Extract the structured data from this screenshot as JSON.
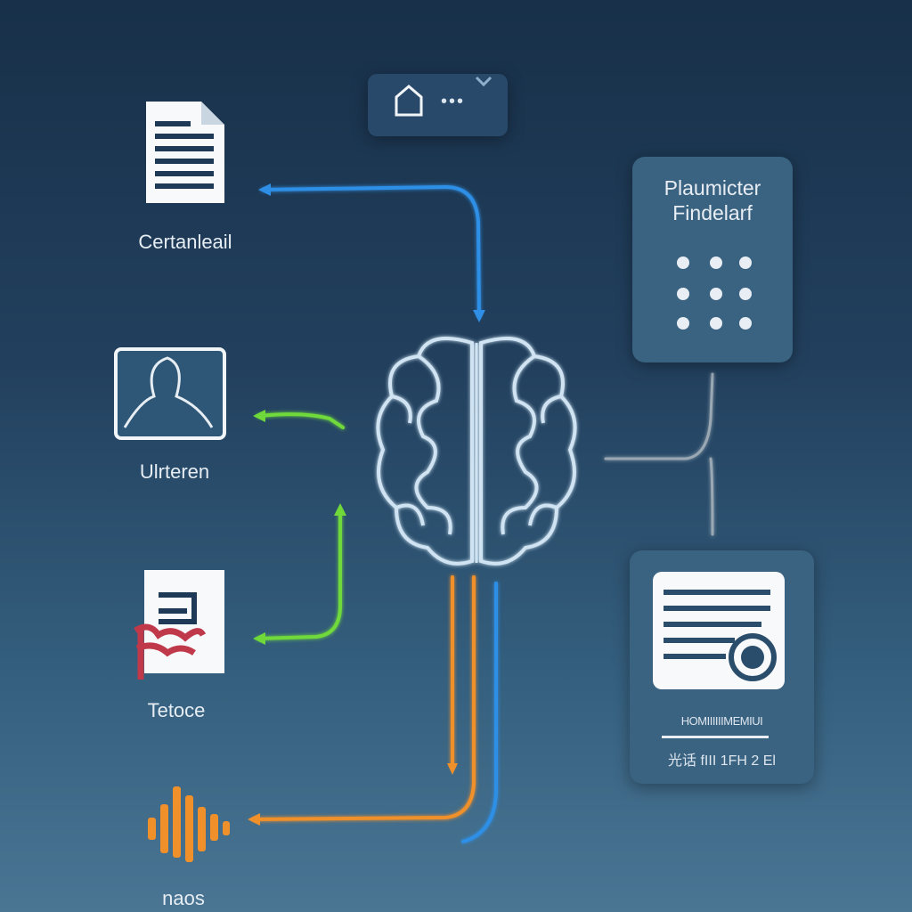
{
  "top_bar": {
    "icon": "home-icon",
    "dots": "•••",
    "chevron": "chevron-down-icon"
  },
  "inputs": [
    {
      "label": "Certanleail",
      "icon": "document-icon",
      "color": "#2f8fe6"
    },
    {
      "label": "Ulrteren",
      "icon": "image-icon",
      "color": "#6fd93a"
    },
    {
      "label": "Tetoce",
      "icon": "text-document-icon",
      "color": "#6fd93a"
    },
    {
      "label": "naos",
      "icon": "audio-waveform-icon",
      "color": "#f0902a"
    }
  ],
  "center": {
    "icon": "brain-icon"
  },
  "panel_top": {
    "title_line1": "Plaumicter",
    "title_line2": "Findelarf",
    "icon": "grid-dots-icon"
  },
  "panel_bottom": {
    "icon": "certificate-document-icon",
    "line1": "HOMIIIIIIMEMIUI",
    "line2": "光话 fIII 1FH 2 El"
  },
  "colors": {
    "blue": "#2f8fe6",
    "green": "#6fd93a",
    "orange": "#f0902a",
    "gray": "#9aa8b4"
  }
}
